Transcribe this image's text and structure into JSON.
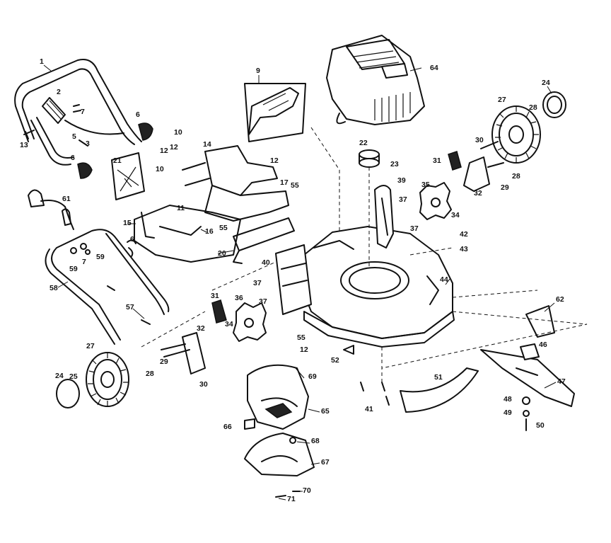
{
  "callouts": [
    {
      "n": "1"
    },
    {
      "n": "2"
    },
    {
      "n": "7"
    },
    {
      "n": "6"
    },
    {
      "n": "5"
    },
    {
      "n": "13"
    },
    {
      "n": "3"
    },
    {
      "n": "6"
    },
    {
      "n": "10"
    },
    {
      "n": "12"
    },
    {
      "n": "12"
    },
    {
      "n": "14"
    },
    {
      "n": "10"
    },
    {
      "n": "21"
    },
    {
      "n": "9"
    },
    {
      "n": "12"
    },
    {
      "n": "17"
    },
    {
      "n": "55"
    },
    {
      "n": "11"
    },
    {
      "n": "15"
    },
    {
      "n": "16"
    },
    {
      "n": "55"
    },
    {
      "n": "20"
    },
    {
      "n": "61"
    },
    {
      "n": "6"
    },
    {
      "n": "59"
    },
    {
      "n": "7"
    },
    {
      "n": "59"
    },
    {
      "n": "58"
    },
    {
      "n": "57"
    },
    {
      "n": "64"
    },
    {
      "n": "24"
    },
    {
      "n": "27"
    },
    {
      "n": "28"
    },
    {
      "n": "22"
    },
    {
      "n": "23"
    },
    {
      "n": "30"
    },
    {
      "n": "31"
    },
    {
      "n": "39"
    },
    {
      "n": "35"
    },
    {
      "n": "37"
    },
    {
      "n": "37"
    },
    {
      "n": "32"
    },
    {
      "n": "29"
    },
    {
      "n": "28"
    },
    {
      "n": "34"
    },
    {
      "n": "42"
    },
    {
      "n": "43"
    },
    {
      "n": "40"
    },
    {
      "n": "44"
    },
    {
      "n": "37"
    },
    {
      "n": "37"
    },
    {
      "n": "31"
    },
    {
      "n": "36"
    },
    {
      "n": "34"
    },
    {
      "n": "32"
    },
    {
      "n": "55"
    },
    {
      "n": "12"
    },
    {
      "n": "27"
    },
    {
      "n": "29"
    },
    {
      "n": "28"
    },
    {
      "n": "30"
    },
    {
      "n": "24"
    },
    {
      "n": "25"
    },
    {
      "n": "52"
    },
    {
      "n": "62"
    },
    {
      "n": "46"
    },
    {
      "n": "47"
    },
    {
      "n": "51"
    },
    {
      "n": "41"
    },
    {
      "n": "48"
    },
    {
      "n": "49"
    },
    {
      "n": "50"
    },
    {
      "n": "69"
    },
    {
      "n": "65"
    },
    {
      "n": "66"
    },
    {
      "n": "68"
    },
    {
      "n": "67"
    },
    {
      "n": "70"
    },
    {
      "n": "71"
    }
  ]
}
